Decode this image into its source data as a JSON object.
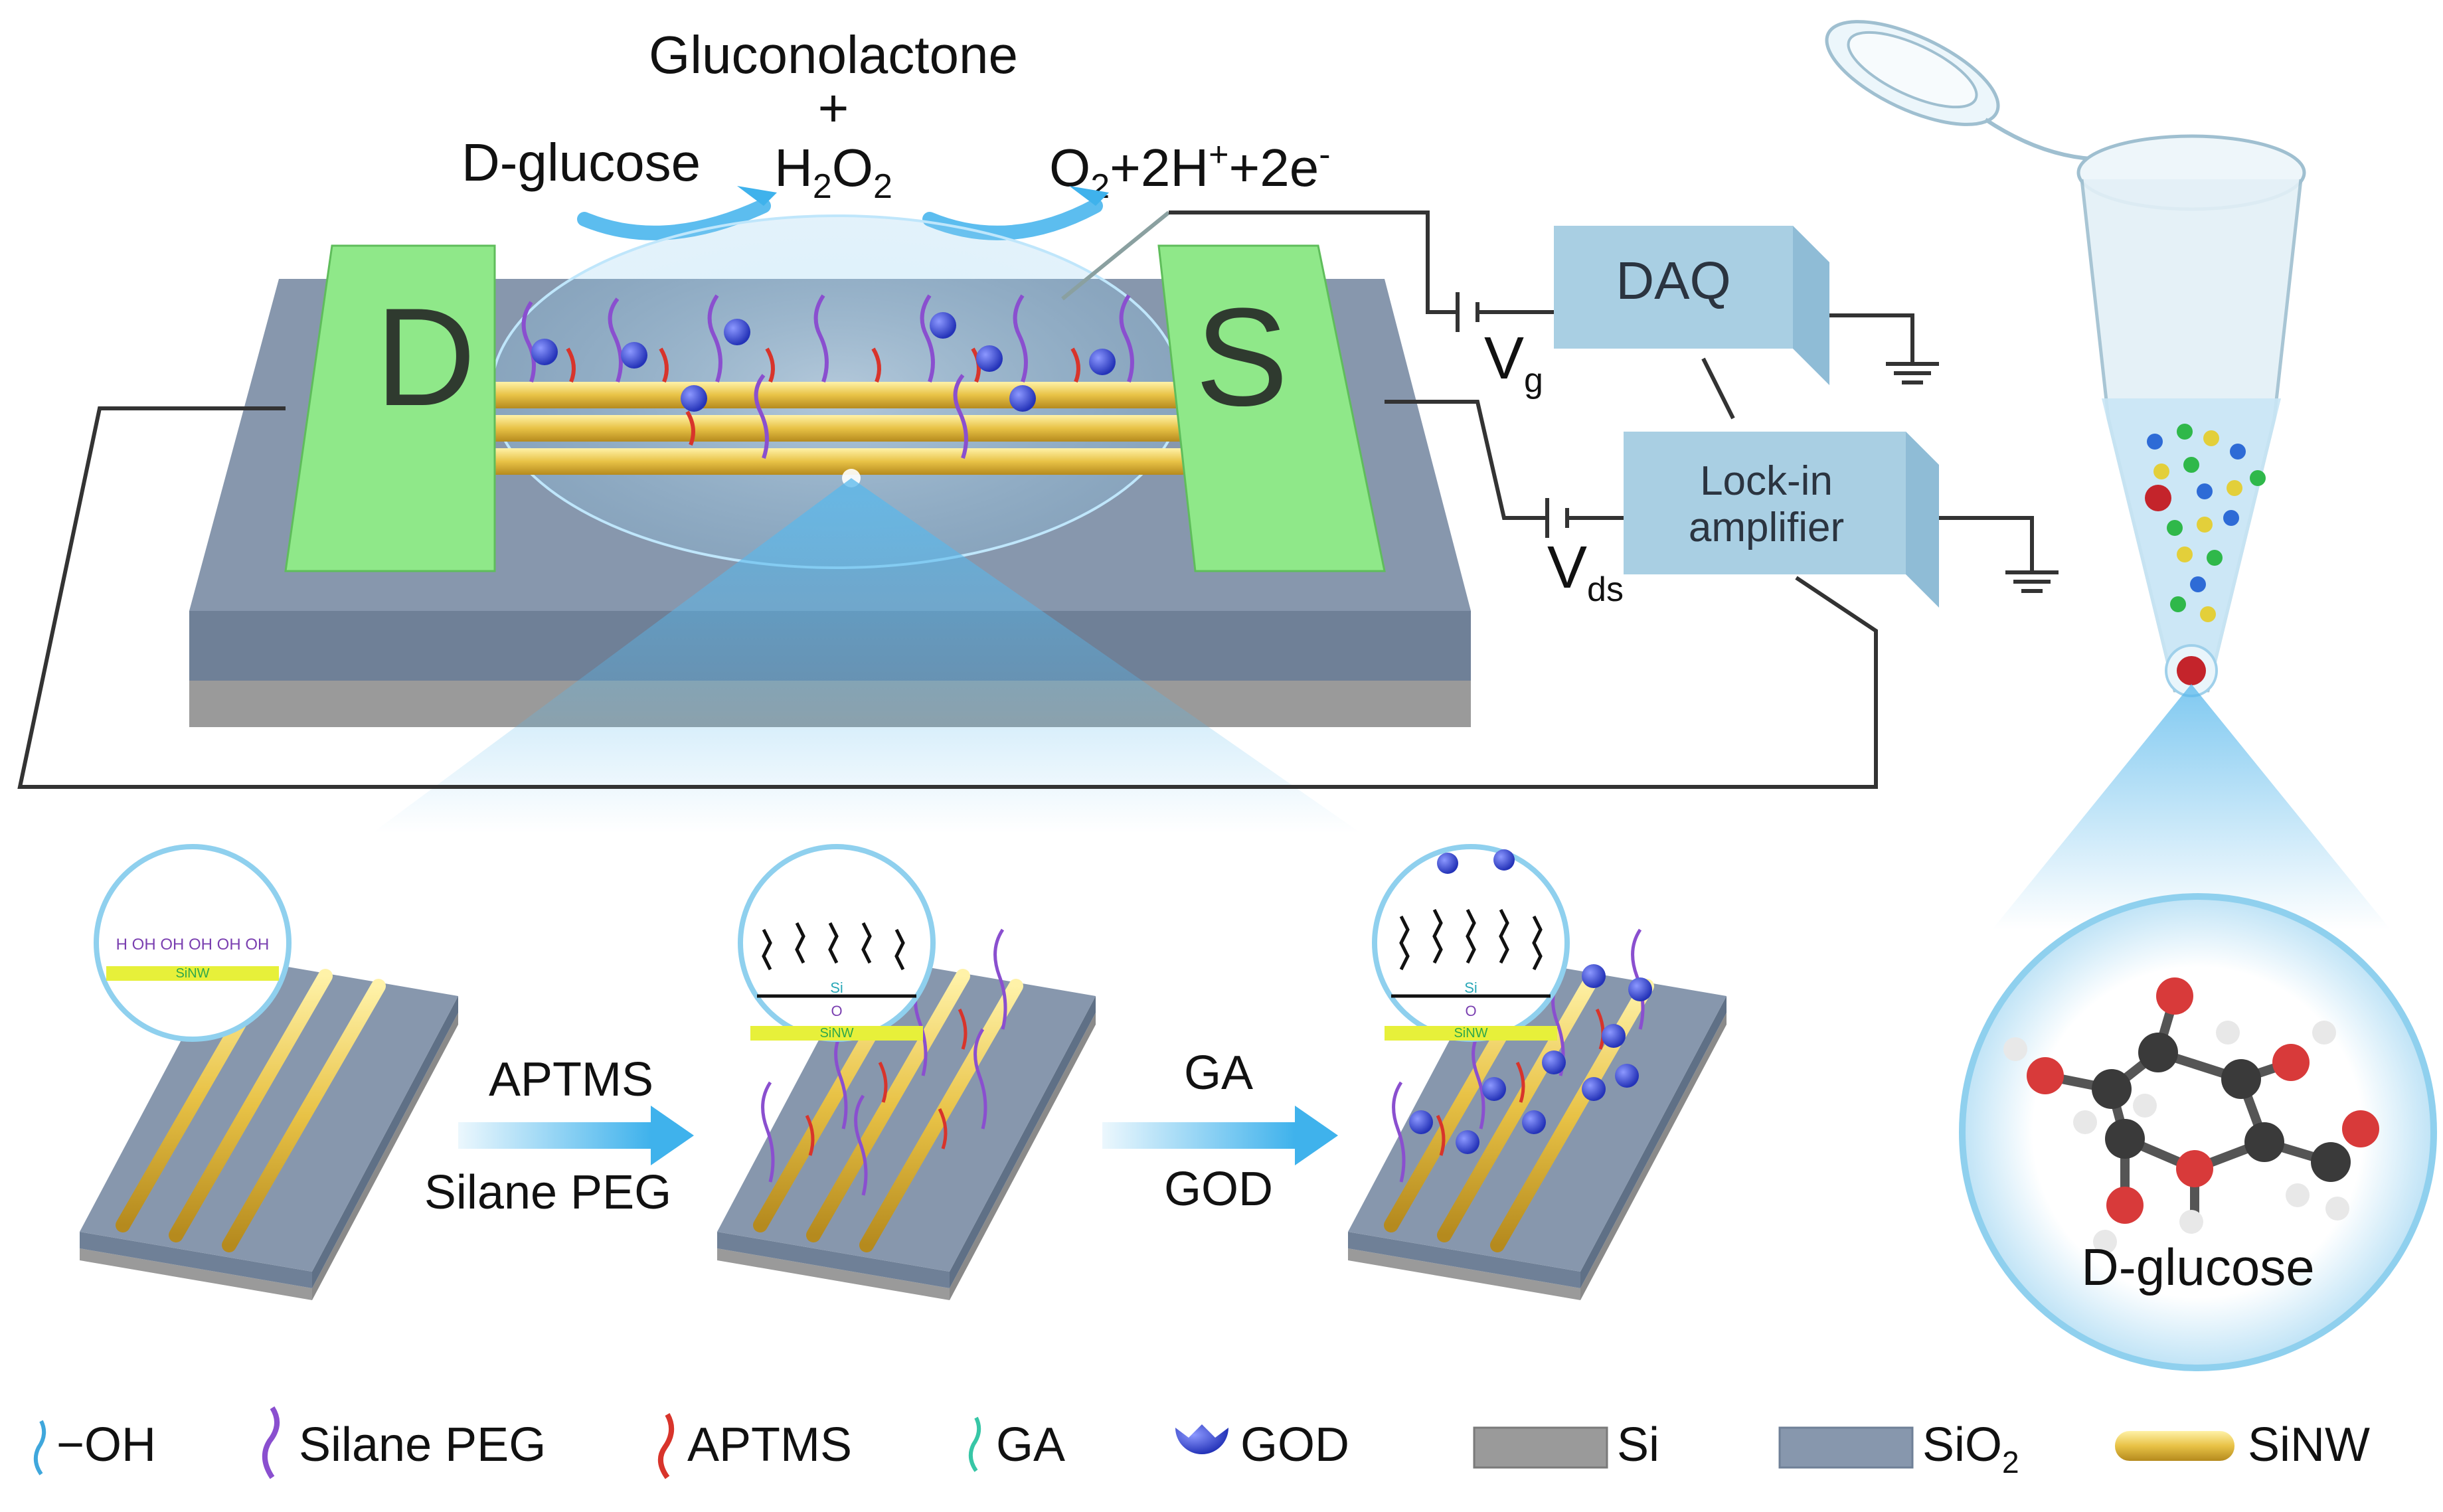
{
  "top": {
    "reactant": "D-glucose",
    "product1": "Gluconolactone",
    "plus": "+",
    "product2_base": "H",
    "product2_sub1": "2",
    "product2_mid": "O",
    "product2_sub2": "2",
    "final_o": "O",
    "final_sub": "2",
    "final_rest": "+2H",
    "final_sup1": "+",
    "final_e": "+2e",
    "final_sup2": "-"
  },
  "device": {
    "drain": "D",
    "source": "S",
    "daq": "DAQ",
    "lockin_line1": "Lock-in",
    "lockin_line2": "amplifier",
    "vg_base": "V",
    "vg_sub": "g",
    "vds_base": "V",
    "vds_sub": "ds"
  },
  "steps": {
    "step1_top": "APTMS",
    "step1_bottom": "Silane PEG",
    "step2_top": "GA",
    "step2_bottom": "GOD"
  },
  "insets": {
    "inset1_labels": "H OH OH OH OH OH",
    "sinw": "SiNW",
    "si": "Si",
    "o": "O"
  },
  "molecule": {
    "label": "D-glucose"
  },
  "legend": [
    {
      "label": "−OH",
      "icon": "oh-icon"
    },
    {
      "label": "Silane PEG",
      "icon": "silane-peg-icon"
    },
    {
      "label": "APTMS",
      "icon": "aptms-icon"
    },
    {
      "label": "GA",
      "icon": "ga-icon"
    },
    {
      "label": "GOD",
      "icon": "god-icon"
    },
    {
      "label": "Si",
      "icon": "si-block-icon"
    },
    {
      "label": "SiO",
      "sub": "2",
      "icon": "sio2-block-icon"
    },
    {
      "label": "SiNW",
      "icon": "sinw-rod-icon"
    }
  ],
  "colors": {
    "electrode": "#8fe889",
    "sio2": "#7e8ea5",
    "si": "#9a9a9a",
    "sinw": "#e8c246",
    "box": "#a9cfe3",
    "peg": "#8a4fcf",
    "aptms": "#d8342b",
    "ga": "#37c6a6",
    "god": "#3c49d6",
    "arrow": "#3fb2ec"
  }
}
